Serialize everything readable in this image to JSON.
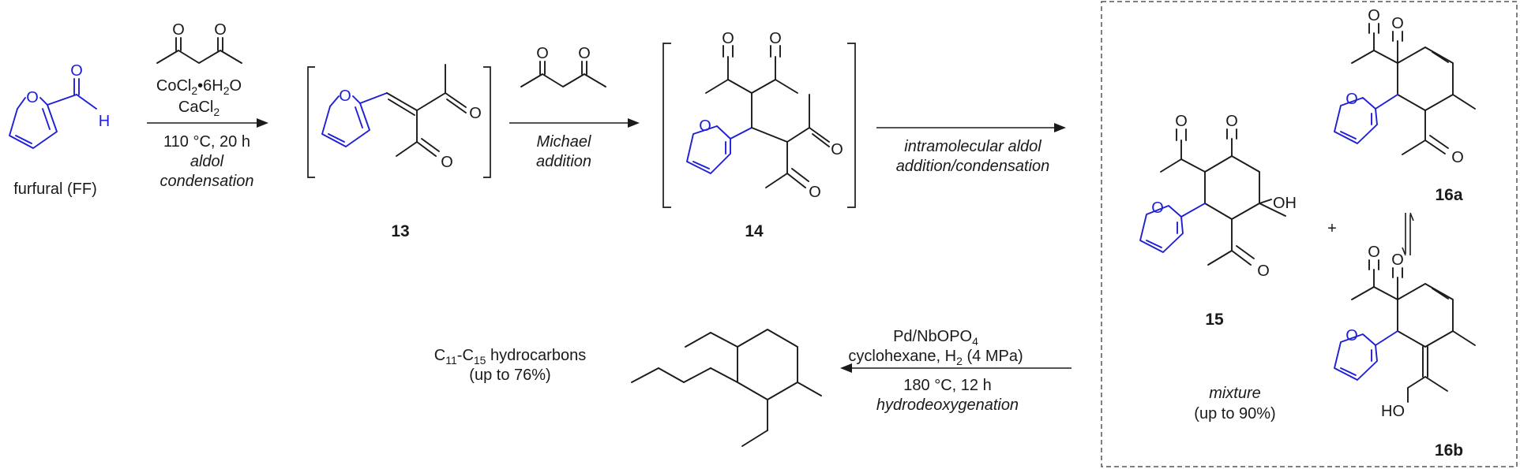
{
  "colors": {
    "furan": "#1f1fd6",
    "bonds": "#1a1a1a",
    "box": "#555555"
  },
  "atoms": {
    "O": "O",
    "H": "H",
    "OH": "OH",
    "HO": "HO"
  },
  "labels": {
    "furfural": "furfural (FF)",
    "plus": "+",
    "c13": "13",
    "c14": "14",
    "c15": "15",
    "c16a": "16a",
    "c16b": "16b",
    "mixture": "mixture",
    "mixture_yield": "(up to 90%)",
    "product_pre": "C",
    "product_sub1": "11",
    "product_mid": "-C",
    "product_sub2": "15",
    "product_post": " hydrocarbons",
    "product_yield": "(up to 76%)"
  },
  "step1": {
    "cat_a": "CoCl",
    "cat_a_sub": "2",
    "cat_a_mid": "•6H",
    "cat_a_sub2": "2",
    "cat_a_end": "O",
    "cat_b": "CaCl",
    "cat_b_sub": "2",
    "conditions": "110 °C, 20 h",
    "name1": "aldol",
    "name2": "condensation"
  },
  "step2": {
    "name1": "Michael",
    "name2": "addition"
  },
  "step3": {
    "name1": "intramolecular aldol",
    "name2": "addition/condensation"
  },
  "step4": {
    "cat": "Pd/NbOPO",
    "cat_sub": "4",
    "solvent_a": "cyclohexane, H",
    "solvent_sub": "2",
    "solvent_b": " (4 MPa)",
    "conditions": "180 °C, 12 h",
    "name": "hydrodeoxygenation"
  }
}
